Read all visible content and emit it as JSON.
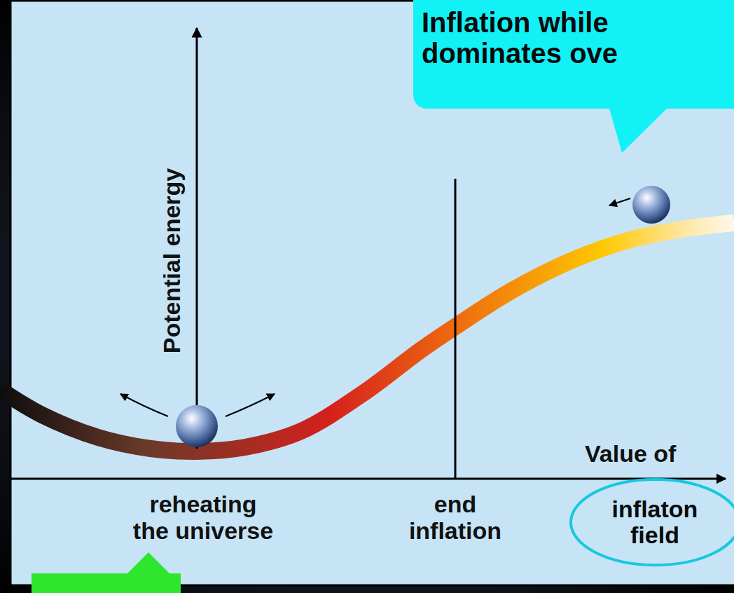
{
  "diagram": {
    "nodes": [
      {
        "text": [
          "Inflation while dominates ove"
        ]
      },
      {
        "text": [
          "inflaton field"
        ]
      }
    ],
    "labels": [
      "Potential energy",
      "Value of",
      "reheating the universe",
      "end inflation"
    ]
  }
}
